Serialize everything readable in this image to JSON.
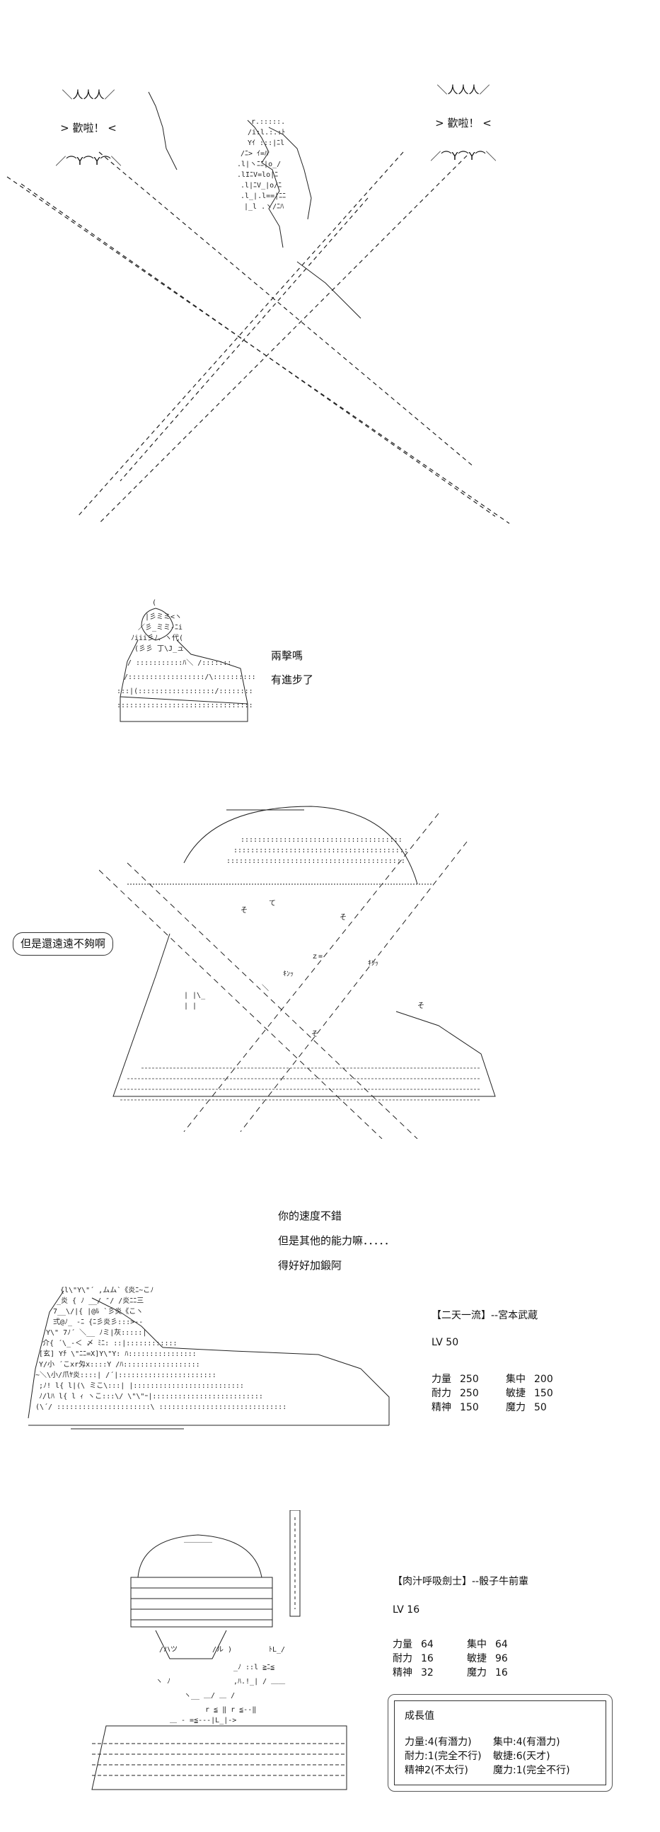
{
  "panel1": {
    "burst_left": "歡啦！",
    "burst_right": "歡啦！"
  },
  "panel2": {
    "line1": "兩擊嗎",
    "line2": "有進步了"
  },
  "panel3": {
    "bubble": "但是還遠遠不夠啊"
  },
  "panel4": {
    "line1": "你的速度不錯",
    "line2": "但是其他的能力嘛．．．．．",
    "line3": "得好好加鍛阿",
    "name": "【二天一流】--宮本武蔵",
    "lv": "LV 50",
    "stats": [
      {
        "k1": "力量",
        "v1": "250",
        "k2": "集中",
        "v2": "200"
      },
      {
        "k1": "耐力",
        "v1": "250",
        "k2": "敏捷",
        "v2": "150"
      },
      {
        "k1": "精神",
        "v1": "150",
        "k2": "魔力",
        "v2": "50"
      }
    ]
  },
  "panel5": {
    "name": "【肉汁呼吸劍士】--骰子牛前輩",
    "lv": "LV 16",
    "stats": [
      {
        "k1": "力量",
        "v1": "64",
        "k2": "集中",
        "v2": "64"
      },
      {
        "k1": "耐力",
        "v1": "16",
        "k2": "敏捷",
        "v2": "96"
      },
      {
        "k1": "精神",
        "v1": "32",
        "k2": "魔力",
        "v2": "16"
      }
    ],
    "growth": {
      "title": "成長值",
      "rows": [
        {
          "a": "力量:4(有潛力)",
          "b": "集中:4(有潛力)"
        },
        {
          "a": "耐力:1(完全不行)",
          "b": "敏捷:6(天才)"
        },
        {
          "a": "精神2(不太行)",
          "b": "魔力:1(完全不行)"
        }
      ]
    }
  }
}
